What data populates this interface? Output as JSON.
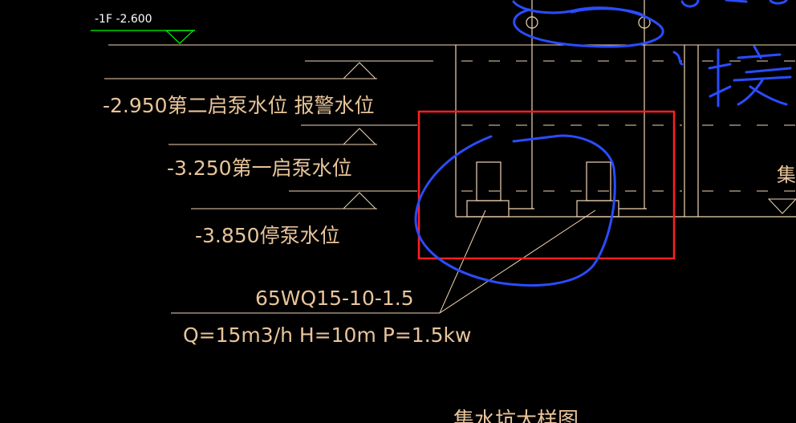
{
  "floor_marker": {
    "text": "-1F -2.600",
    "color": "#00ff00"
  },
  "water_levels": [
    {
      "text": "-2.950第二启泵水位 报警水位"
    },
    {
      "text": "-3.250第一启泵水位"
    },
    {
      "text": "-3.850停泵水位"
    }
  ],
  "pump": {
    "model": "65WQ15-10-1.5",
    "params": "Q=15m3/h H=10m P=1.5kw"
  },
  "right_label": "集",
  "bottom_title": "集水坑大样图",
  "annotation_text": "接",
  "colors": {
    "background": "#000000",
    "linework": "#f2d6b4",
    "text": "#e8c49a",
    "floor_marker": "#00ff00",
    "highlight_box": "#ff2020",
    "markup": "#2a4cff"
  }
}
